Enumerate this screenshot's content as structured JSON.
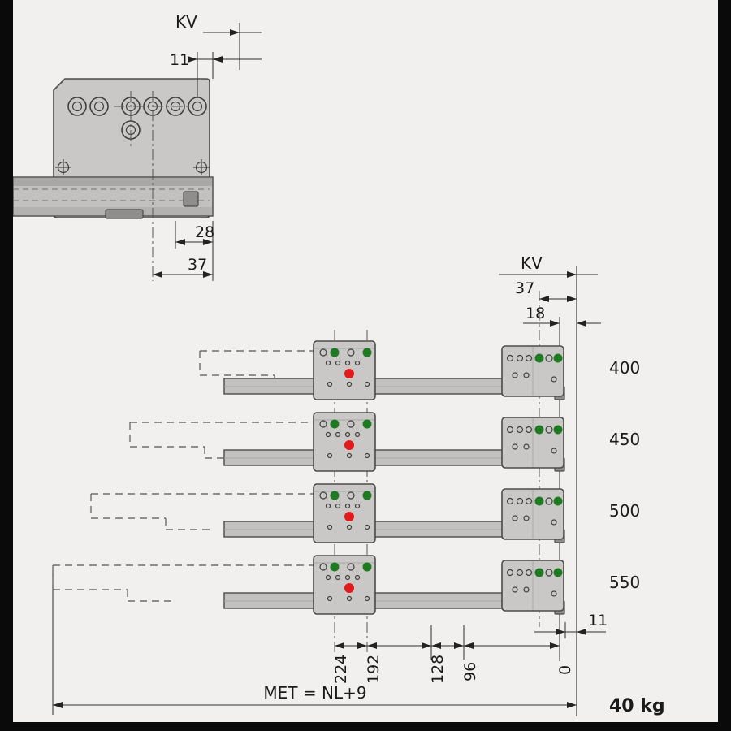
{
  "detail_view": {
    "kv_label": "KV",
    "dim_11": "11",
    "dim_28": "28",
    "dim_37": "37"
  },
  "stack_view": {
    "kv_label": "KV",
    "dim_37": "37",
    "dim_18": "18",
    "dim_11": "11",
    "rows": [
      {
        "label": "400"
      },
      {
        "label": "450"
      },
      {
        "label": "500"
      },
      {
        "label": "550"
      }
    ],
    "hole_positions": [
      "224",
      "192",
      "128",
      "96",
      "0"
    ],
    "met_formula": "MET = NL+9",
    "load_rating": "40 kg"
  },
  "colors": {
    "background": "#f1f0ee",
    "frame": "#0a0a0a",
    "metal": "#c9c8c6",
    "metal_shadow": "#9b9a98",
    "outline": "#4a4a4a",
    "green_marker": "#1e7b22",
    "red_marker": "#e01b1b",
    "line": "#2e2e2e",
    "text": "#1a1a1a"
  }
}
